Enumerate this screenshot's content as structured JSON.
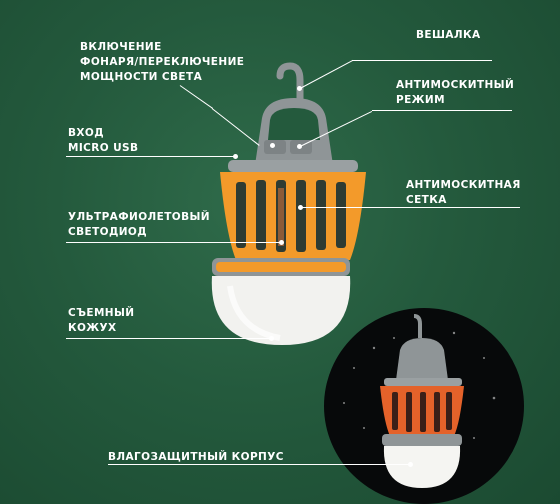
{
  "labels": {
    "power_switch": [
      "ВКЛЮЧЕНИЕ",
      "ФОНАРЯ/ПЕРЕКЛЮЧЕНИЕ",
      "МОЩНОСТИ СВЕТА"
    ],
    "hanger": "ВЕШАЛКА",
    "anti_mosquito_mode": [
      "АНТИМОСКИТНЫЙ",
      "РЕЖИМ"
    ],
    "usb_input": [
      "ВХОД",
      "MICRO USB"
    ],
    "anti_mosquito_net": [
      "АНТИМОСКИТНАЯ",
      "СЕТКА"
    ],
    "uv_led": [
      "УЛЬТРАФИОЛЕТОВЫЙ",
      "СВЕТОДИОД"
    ],
    "removable_cover": [
      "СЪЕМНЫЙ",
      "КОЖУХ"
    ],
    "waterproof_body": "ВЛАГОЗАЩИТНЫЙ КОРПУС"
  },
  "colors": {
    "background": "#245a3d",
    "lamp_orange": "#f39a2a",
    "lamp_gray": "#8f9597",
    "dome_white": "#f2f2ef",
    "inset_orange": "#e4622a"
  }
}
